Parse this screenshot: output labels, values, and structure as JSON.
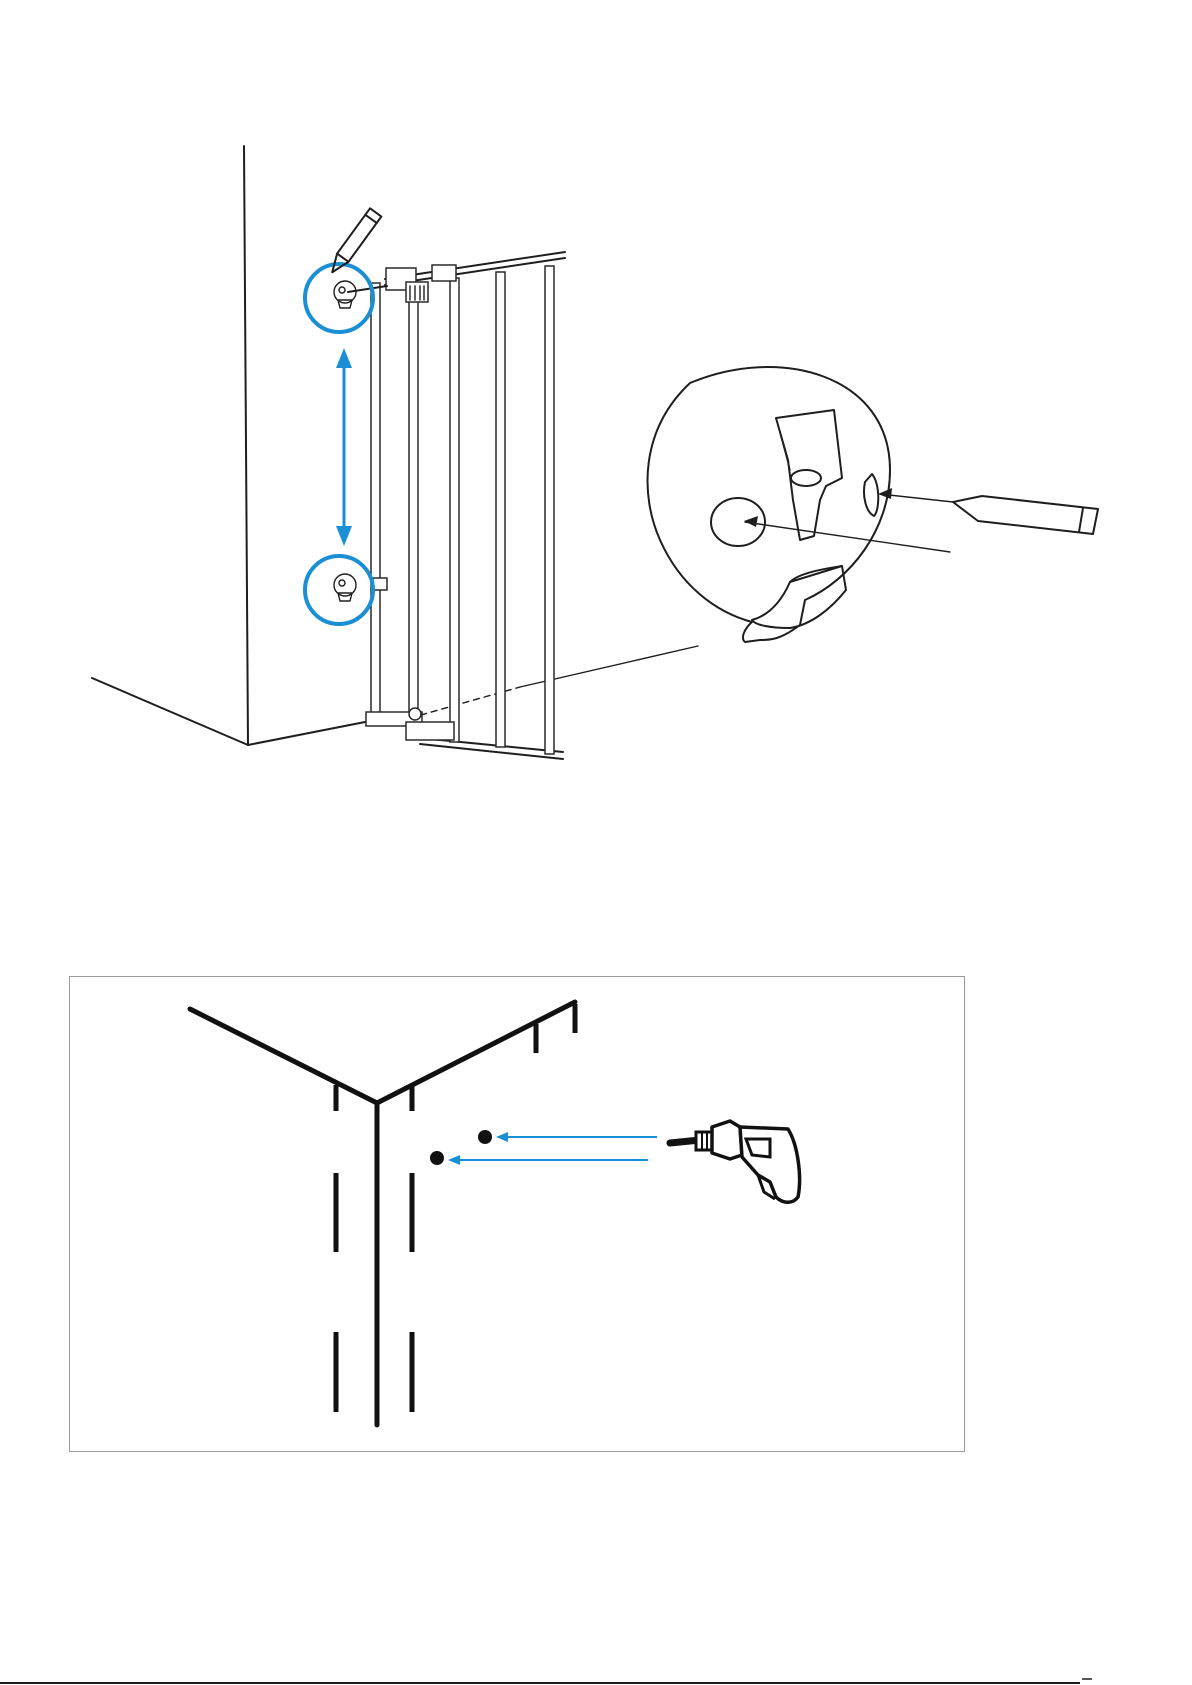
{
  "document": {
    "figures": [
      {
        "id": "mark-hole-positions",
        "icons": [
          "pencil-icon",
          "wall-cup-detail"
        ],
        "accent_color": "#1a8fd6"
      },
      {
        "id": "drill-holes",
        "icons": [
          "drill-icon"
        ],
        "accent_color": "#1a8fd6"
      }
    ]
  }
}
